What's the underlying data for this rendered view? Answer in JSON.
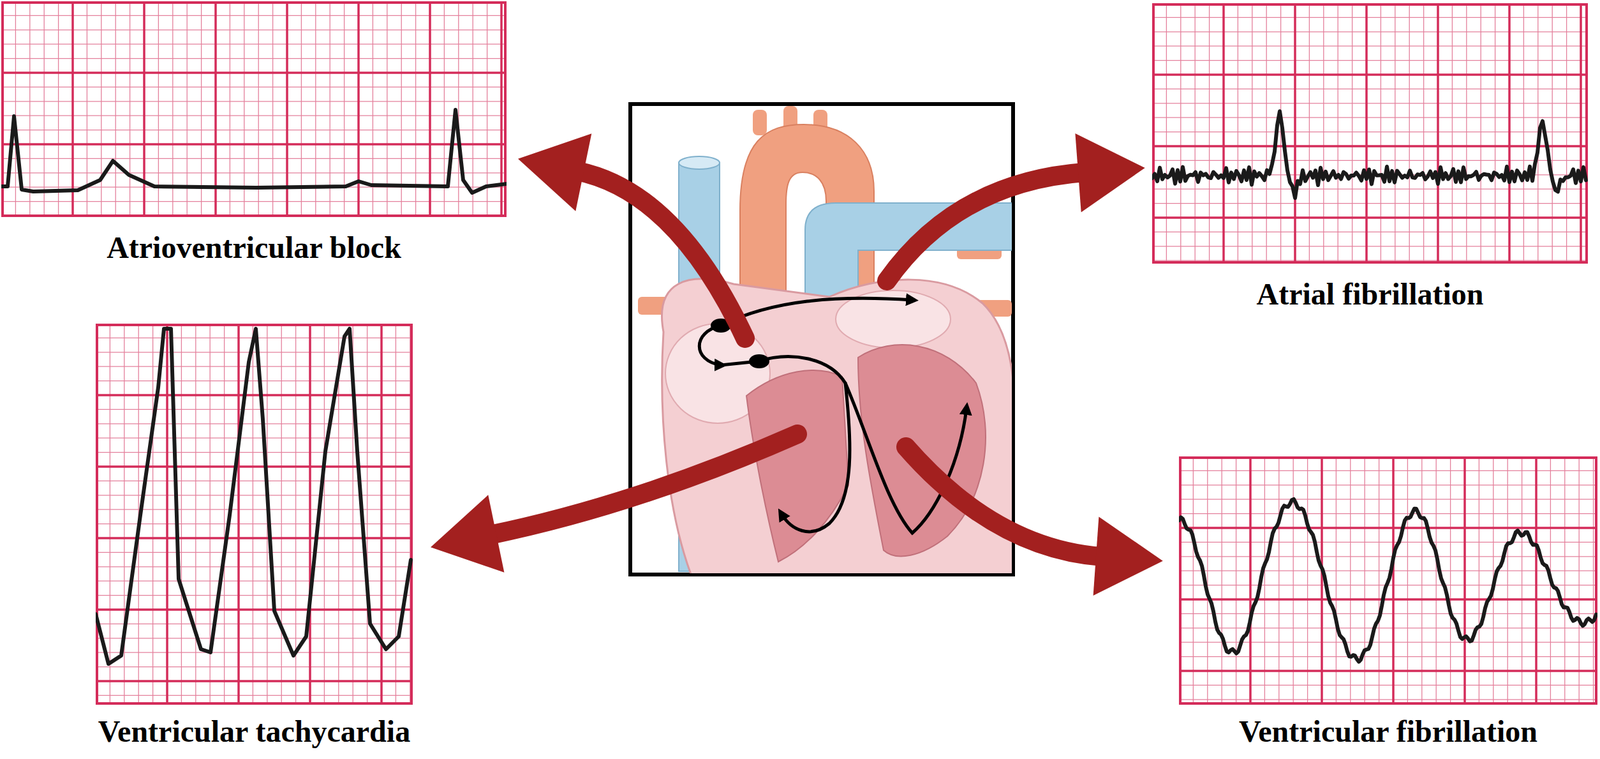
{
  "diagram": {
    "nodes": [
      {
        "text": [
          "Atrioventricular block"
        ]
      },
      {
        "text": [
          "Atrial fibrillation"
        ]
      },
      {
        "text": [
          "Ventricular tachycardia"
        ]
      },
      {
        "text": [
          "Ventricular fibrillation"
        ]
      }
    ]
  }
}
